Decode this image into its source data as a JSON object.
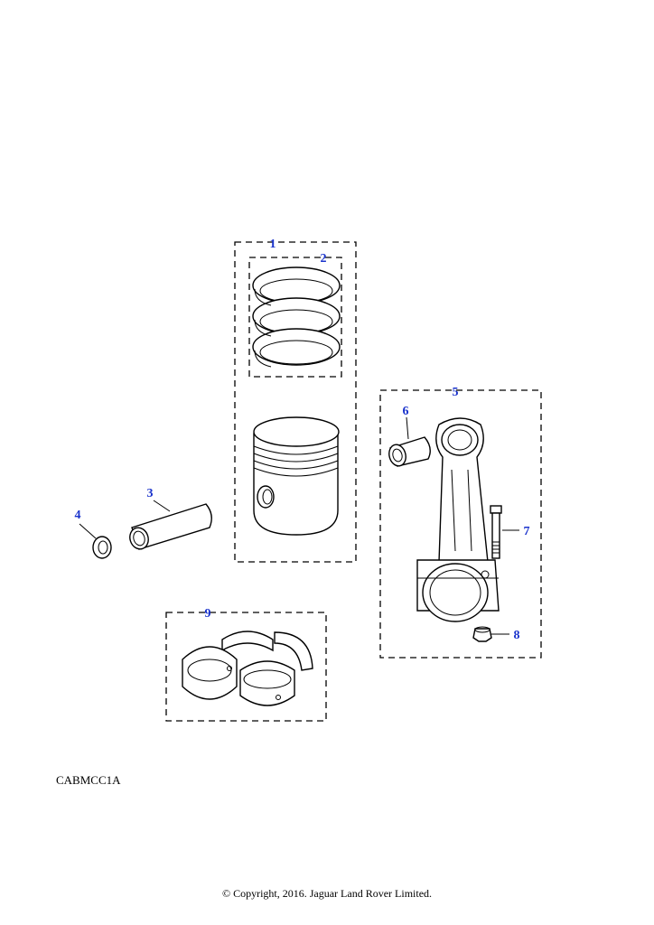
{
  "diagram": {
    "callouts": [
      "1",
      "2",
      "3",
      "4",
      "5",
      "6",
      "7",
      "8",
      "9"
    ],
    "illustration_code": "CABMCC1A",
    "copyright": "© Copyright, 2016. Jaguar Land Rover Limited.",
    "callout_color": "#1a33cc"
  }
}
